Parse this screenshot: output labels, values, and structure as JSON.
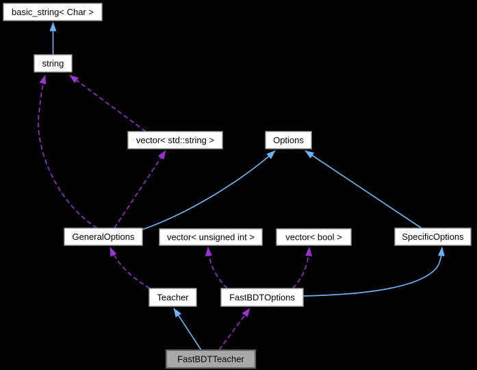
{
  "diagram_type": "collaboration-graph",
  "colors": {
    "background": "#000000",
    "node_fill": "#ffffff",
    "node_border": "#9a9a9a",
    "node_text": "#000000",
    "focus_node_fill": "#a9a9a9",
    "focus_node_border": "#636363",
    "inheritance_edge": "#6cb2f2",
    "usage_edge": "#9c32d4"
  },
  "nodes": [
    {
      "id": "basic-string-char",
      "label": "basic_string< Char >"
    },
    {
      "id": "string",
      "label": "string"
    },
    {
      "id": "vector-std-string",
      "label": "vector< std::string >"
    },
    {
      "id": "options",
      "label": "Options"
    },
    {
      "id": "general-options",
      "label": "GeneralOptions"
    },
    {
      "id": "vector-unsigned-int",
      "label": "vector< unsigned int >"
    },
    {
      "id": "vector-bool",
      "label": "vector< bool >"
    },
    {
      "id": "specific-options",
      "label": "SpecificOptions"
    },
    {
      "id": "teacher",
      "label": "Teacher"
    },
    {
      "id": "fastbdt-options",
      "label": "FastBDTOptions"
    },
    {
      "id": "fastbdt-teacher",
      "label": "FastBDTTeacher",
      "highlighted": true
    }
  ],
  "edges": [
    {
      "from": "string",
      "to": "basic_string< Char >",
      "relation": "inheritance",
      "style": "solid-blue"
    },
    {
      "from": "GeneralOptions",
      "to": "string",
      "relation": "usage",
      "style": "dashed-purple"
    },
    {
      "from": "vector< std::string >",
      "to": "string",
      "relation": "usage",
      "style": "dashed-purple"
    },
    {
      "from": "GeneralOptions",
      "to": "vector< std::string >",
      "relation": "usage",
      "style": "dashed-purple"
    },
    {
      "from": "GeneralOptions",
      "to": "Options",
      "relation": "inheritance",
      "style": "solid-blue"
    },
    {
      "from": "SpecificOptions",
      "to": "Options",
      "relation": "inheritance",
      "style": "solid-blue"
    },
    {
      "from": "FastBDTOptions",
      "to": "vector< unsigned int >",
      "relation": "usage",
      "style": "dashed-purple"
    },
    {
      "from": "FastBDTOptions",
      "to": "vector< bool >",
      "relation": "usage",
      "style": "dashed-purple"
    },
    {
      "from": "Teacher",
      "to": "GeneralOptions",
      "relation": "usage",
      "style": "dashed-purple"
    },
    {
      "from": "FastBDTTeacher",
      "to": "Teacher",
      "relation": "inheritance",
      "style": "solid-blue"
    },
    {
      "from": "FastBDTTeacher",
      "to": "FastBDTOptions",
      "relation": "usage",
      "style": "dashed-purple"
    },
    {
      "from": "FastBDTOptions",
      "to": "SpecificOptions",
      "relation": "inheritance",
      "style": "solid-blue"
    }
  ]
}
